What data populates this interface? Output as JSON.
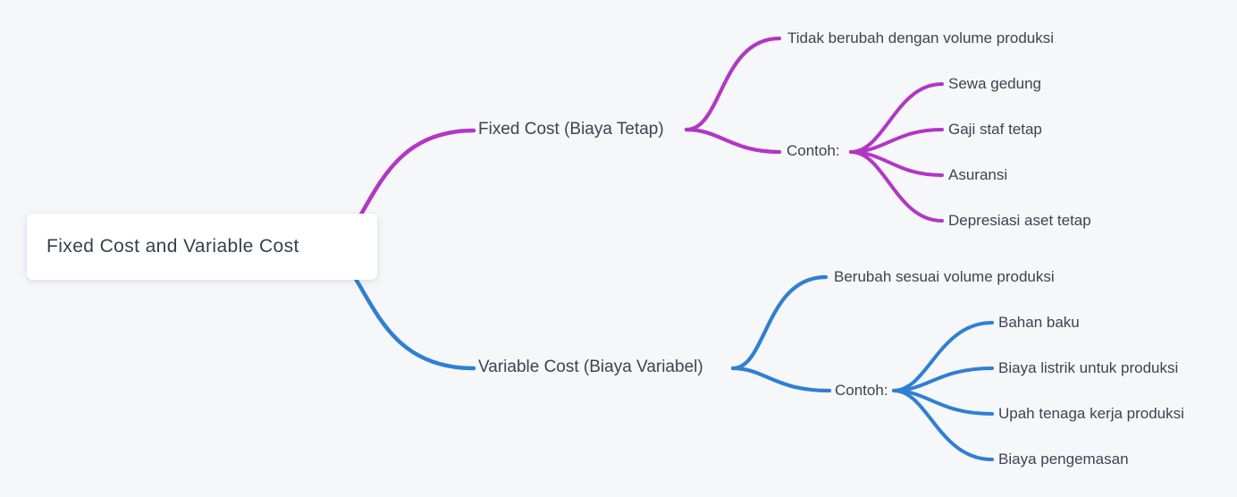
{
  "colors": {
    "background": "#f6f7f9",
    "fixed_branch": "#b236c6",
    "variable_branch": "#2e7fd6",
    "text": "#3c4450",
    "root_node_background": "#ffffff"
  },
  "mindmap": {
    "root": {
      "label": "Fixed Cost and Variable Cost"
    },
    "branches": [
      {
        "label": "Fixed Cost (Biaya Tetap)",
        "color": "#b236c6",
        "children": [
          {
            "label": "Tidak berubah dengan volume produksi"
          },
          {
            "label": "Contoh:",
            "children": [
              {
                "label": "Sewa gedung"
              },
              {
                "label": "Gaji staf tetap"
              },
              {
                "label": "Asuransi"
              },
              {
                "label": "Depresiasi aset tetap"
              }
            ]
          }
        ]
      },
      {
        "label": "Variable Cost (Biaya Variabel)",
        "color": "#2e7fd6",
        "children": [
          {
            "label": "Berubah sesuai volume produksi"
          },
          {
            "label": "Contoh:",
            "children": [
              {
                "label": "Bahan baku"
              },
              {
                "label": "Biaya listrik untuk produksi"
              },
              {
                "label": "Upah tenaga kerja produksi"
              },
              {
                "label": "Biaya pengemasan"
              }
            ]
          }
        ]
      }
    ]
  }
}
